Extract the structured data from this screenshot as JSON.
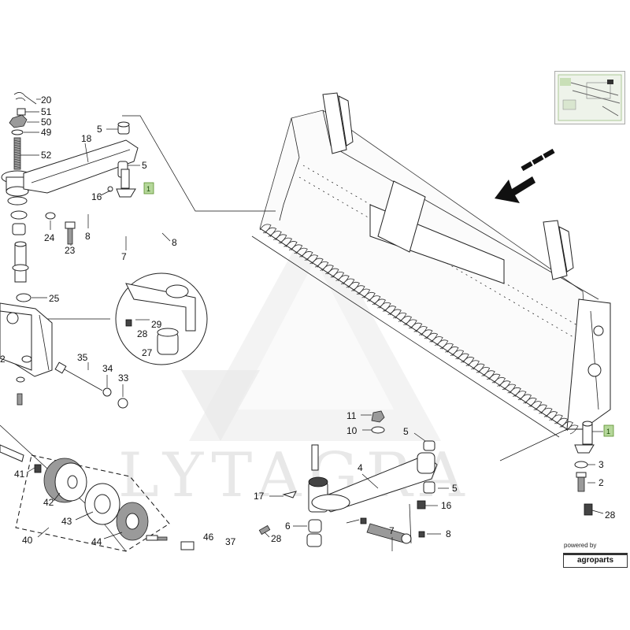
{
  "watermark": {
    "text": "LYTAGRA"
  },
  "branding": {
    "powered_by": "powered by",
    "brand": "agroparts"
  },
  "labels": {
    "l20": "20",
    "l51": "51",
    "l50": "50",
    "l49": "49",
    "l52": "52",
    "l5a": "5",
    "l18": "18",
    "l5b": "5",
    "l16a": "16",
    "l1a": "1",
    "l24": "24",
    "l23": "23",
    "l8a": "8",
    "l8b": "8",
    "l7a": "7",
    "l25": "25",
    "l28a": "28",
    "l29": "29",
    "l27": "27",
    "l2a": "2",
    "l35": "35",
    "l34": "34",
    "l33": "33",
    "l41": "41",
    "l42": "42",
    "l43": "43",
    "l44": "44",
    "l40": "40",
    "l46": "46",
    "l37": "37",
    "l11": "11",
    "l10": "10",
    "l5c": "5",
    "l4": "4",
    "l5d": "5",
    "l16b": "16",
    "l17": "17",
    "l6": "6",
    "l28b": "28",
    "l7b": "7",
    "l8c": "8",
    "l1b": "1",
    "l3": "3",
    "l2b": "2",
    "l28c": "28"
  },
  "colors": {
    "callout": "#b5d79a",
    "line": "#222222",
    "watermark": "#d6d6d6"
  },
  "icons": {
    "direction": "direction-arrow-icon",
    "thumbnail": "overview-thumbnail"
  }
}
